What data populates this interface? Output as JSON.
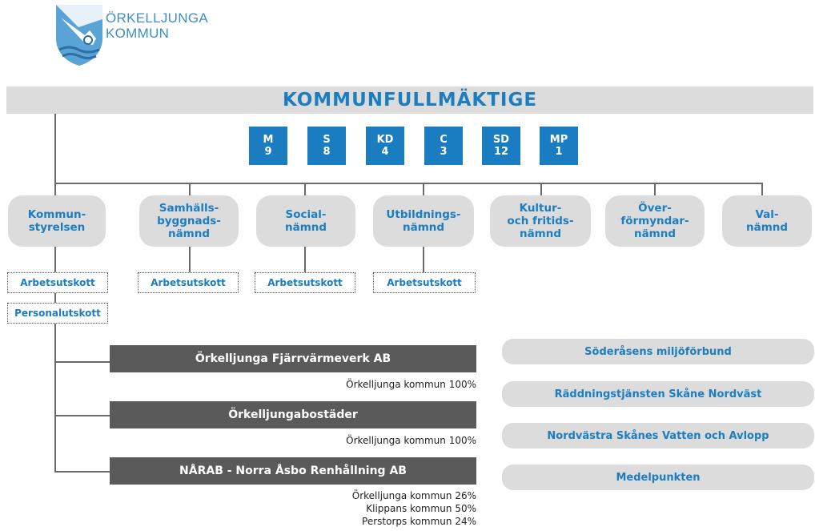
{
  "logo": {
    "line1": "ÖRKELLJUNGA",
    "line2": "KOMMUN",
    "icon": "coat-of-arms-icon"
  },
  "council": {
    "title": "KOMMUNFULLMÄKTIGE"
  },
  "parties": [
    {
      "name": "M",
      "seats": "9"
    },
    {
      "name": "S",
      "seats": "8"
    },
    {
      "name": "KD",
      "seats": "4"
    },
    {
      "name": "C",
      "seats": "3"
    },
    {
      "name": "SD",
      "seats": "12"
    },
    {
      "name": "MP",
      "seats": "1"
    }
  ],
  "boards": [
    {
      "label": "Kommun-\nstyrelsen"
    },
    {
      "label": "Samhälls-\nbyggnads-\nnämnd"
    },
    {
      "label": "Social-\nnämnd"
    },
    {
      "label": "Utbildnings-\nnämnd"
    },
    {
      "label": "Kultur-\noch fritids-\nnämnd"
    },
    {
      "label": "Över-\nförmyndar-\nnämnd"
    },
    {
      "label": "Val-\nnämnd"
    }
  ],
  "committees": {
    "ks_arbetsutskott": "Arbetsutskott",
    "ks_personalutskott": "Personalutskott",
    "sb_arbetsutskott": "Arbetsutskott",
    "soc_arbetsutskott": "Arbetsutskott",
    "utb_arbetsutskott": "Arbetsutskott"
  },
  "companies": [
    {
      "name": "Örkelljunga Fjärrvärmeverk AB",
      "owners": [
        "Örkelljunga kommun 100%"
      ]
    },
    {
      "name": "Örkelljungabostäder",
      "owners": [
        "Örkelljunga kommun 100%"
      ]
    },
    {
      "name": "NÅRAB - Norra Åsbo Renhållning AB",
      "owners": [
        "Örkelljunga kommun 26%",
        "Klippans kommun 50%",
        "Perstorps kommun 24%"
      ]
    }
  ],
  "federations": [
    "Söderåsens miljöförbund",
    "Räddningstjänsten Skåne Nordväst",
    "Nordvästra Skånes Vatten och Avlopp",
    "Medelpunkten"
  ],
  "colors": {
    "accent": "#1a7dc2",
    "box_gray": "#dcdcdc",
    "company_dark": "#5a5a5a",
    "line": "#6a6a6a"
  }
}
